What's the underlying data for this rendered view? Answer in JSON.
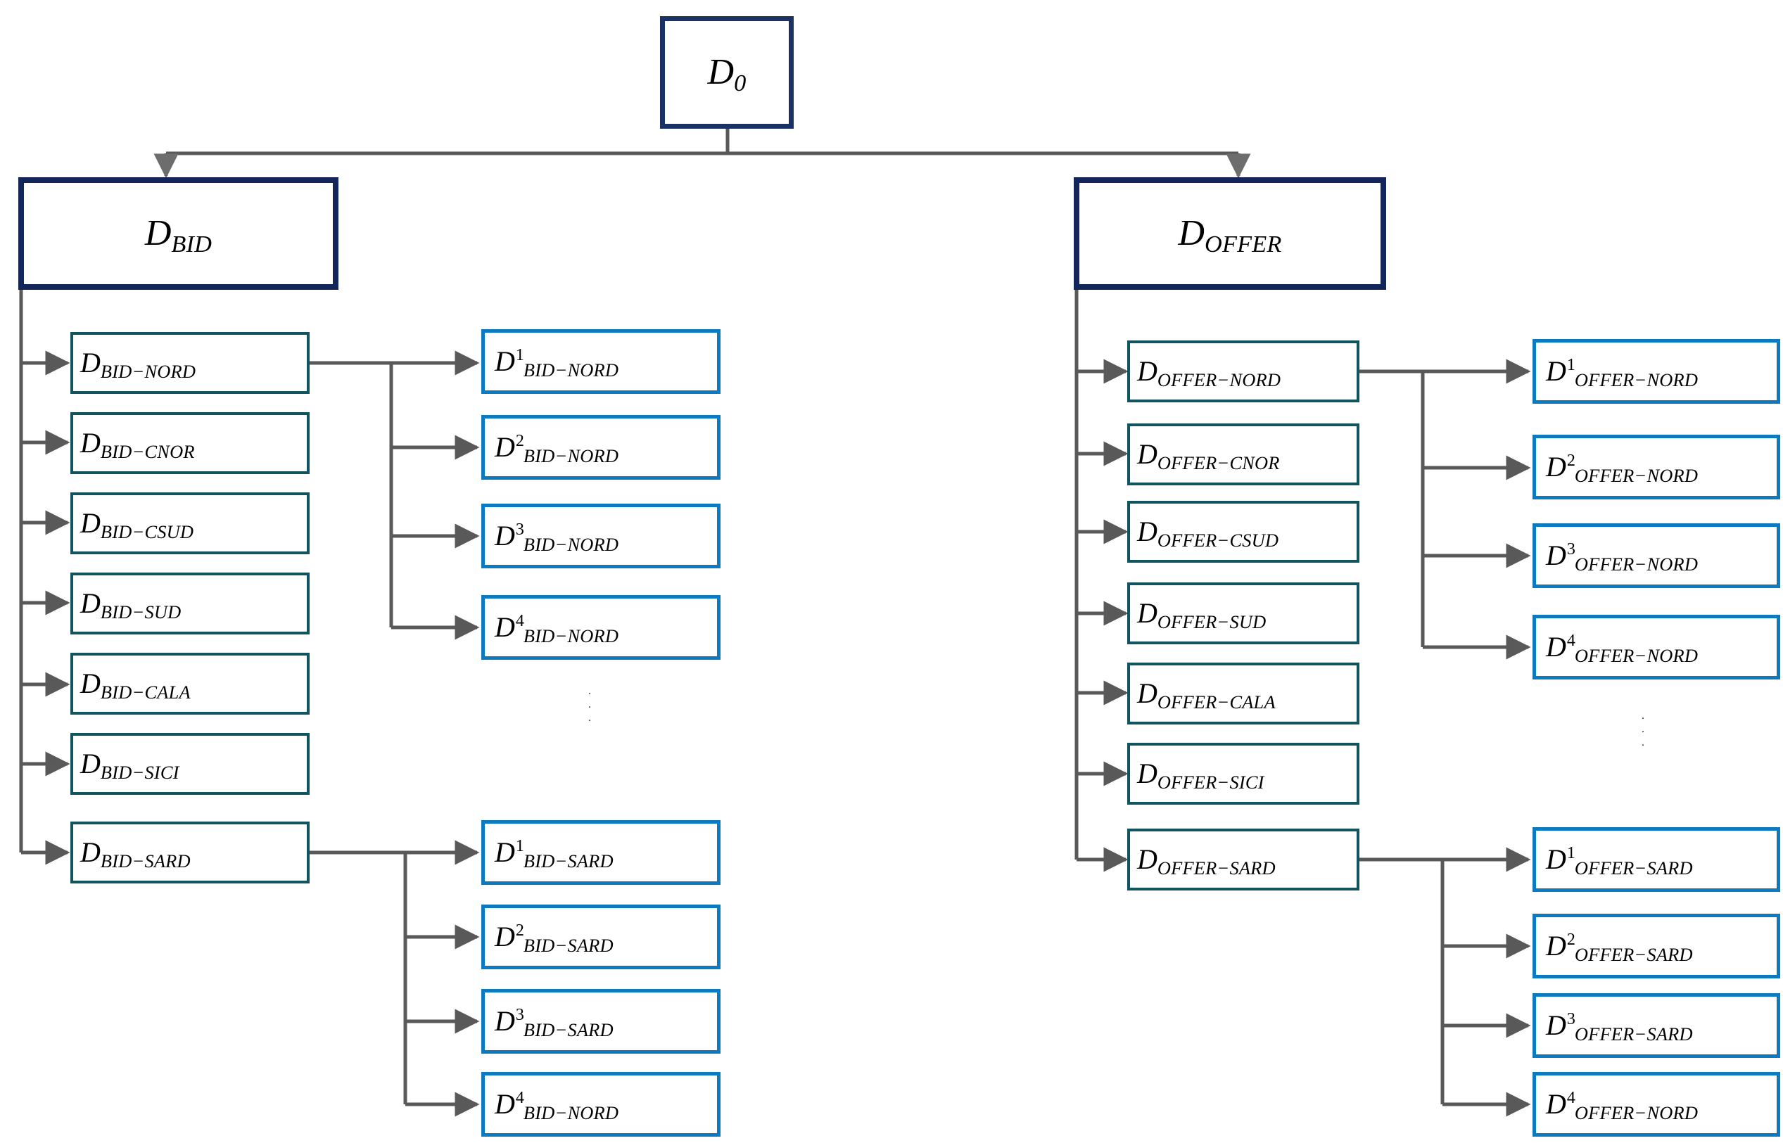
{
  "diagram": {
    "title": "Hierarchical dataset decomposition",
    "colors": {
      "root_border": "#1a3263",
      "major_border": "#13265c",
      "region_border": "#11545f",
      "leaf_border": "#0c7ac0",
      "edge": "#595959",
      "background": "#ffffff"
    },
    "ellipsis_glyph": "·"
  },
  "root": {
    "base": "D",
    "sub": "0",
    "sup": "",
    "label": "D0"
  },
  "branches": [
    {
      "key": "bid",
      "node": {
        "base": "D",
        "sub": "BID",
        "sup": "",
        "label": "D_BID"
      },
      "regions": [
        {
          "base": "D",
          "sub": "BID−NORD",
          "sup": "",
          "label": "D_BID-NORD"
        },
        {
          "base": "D",
          "sub": "BID−CNOR",
          "sup": "",
          "label": "D_BID-CNOR"
        },
        {
          "base": "D",
          "sub": "BID−CSUD",
          "sup": "",
          "label": "D_BID-CSUD"
        },
        {
          "base": "D",
          "sub": "BID−SUD",
          "sup": "",
          "label": "D_BID-SUD"
        },
        {
          "base": "D",
          "sub": "BID−CALA",
          "sup": "",
          "label": "D_BID-CALA"
        },
        {
          "base": "D",
          "sub": "BID−SICI",
          "sup": "",
          "label": "D_BID-SICI"
        },
        {
          "base": "D",
          "sub": "BID−SARD",
          "sup": "",
          "label": "D_BID-SARD"
        }
      ],
      "leaf_groups": [
        {
          "parent_region_index": 0,
          "leaves": [
            {
              "base": "D",
              "sub": "BID−NORD",
              "sup": "1",
              "label": "D^1_BID-NORD"
            },
            {
              "base": "D",
              "sub": "BID−NORD",
              "sup": "2",
              "label": "D^2_BID-NORD"
            },
            {
              "base": "D",
              "sub": "BID−NORD",
              "sup": "3",
              "label": "D^3_BID-NORD"
            },
            {
              "base": "D",
              "sub": "BID−NORD",
              "sup": "4",
              "label": "D^4_BID-NORD"
            }
          ]
        },
        {
          "parent_region_index": 6,
          "leaves": [
            {
              "base": "D",
              "sub": "BID−SARD",
              "sup": "1",
              "label": "D^1_BID-SARD"
            },
            {
              "base": "D",
              "sub": "BID−SARD",
              "sup": "2",
              "label": "D^2_BID-SARD"
            },
            {
              "base": "D",
              "sub": "BID−SARD",
              "sup": "3",
              "label": "D^3_BID-SARD"
            },
            {
              "base": "D",
              "sub": "BID−NORD",
              "sup": "4",
              "label": "D^4_BID-NORD"
            }
          ]
        }
      ]
    },
    {
      "key": "offer",
      "node": {
        "base": "D",
        "sub": "OFFER",
        "sup": "",
        "label": "D_OFFER"
      },
      "regions": [
        {
          "base": "D",
          "sub": "OFFER−NORD",
          "sup": "",
          "label": "D_OFFER-NORD"
        },
        {
          "base": "D",
          "sub": "OFFER−CNOR",
          "sup": "",
          "label": "D_OFFER-CNOR"
        },
        {
          "base": "D",
          "sub": "OFFER−CSUD",
          "sup": "",
          "label": "D_OFFER-CSUD"
        },
        {
          "base": "D",
          "sub": "OFFER−SUD",
          "sup": "",
          "label": "D_OFFER-SUD"
        },
        {
          "base": "D",
          "sub": "OFFER−CALA",
          "sup": "",
          "label": "D_OFFER-CALA"
        },
        {
          "base": "D",
          "sub": "OFFER−SICI",
          "sup": "",
          "label": "D_OFFER-SICI"
        },
        {
          "base": "D",
          "sub": "OFFER−SARD",
          "sup": "",
          "label": "D_OFFER-SARD"
        }
      ],
      "leaf_groups": [
        {
          "parent_region_index": 0,
          "leaves": [
            {
              "base": "D",
              "sub": "OFFER−NORD",
              "sup": "1",
              "label": "D^1_OFFER-NORD"
            },
            {
              "base": "D",
              "sub": "OFFER−NORD",
              "sup": "2",
              "label": "D^2_OFFER-NORD"
            },
            {
              "base": "D",
              "sub": "OFFER−NORD",
              "sup": "3",
              "label": "D^3_OFFER-NORD"
            },
            {
              "base": "D",
              "sub": "OFFER−NORD",
              "sup": "4",
              "label": "D^4_OFFER-NORD"
            }
          ]
        },
        {
          "parent_region_index": 6,
          "leaves": [
            {
              "base": "D",
              "sub": "OFFER−SARD",
              "sup": "1",
              "label": "D^1_OFFER-SARD"
            },
            {
              "base": "D",
              "sub": "OFFER−SARD",
              "sup": "2",
              "label": "D^2_OFFER-SARD"
            },
            {
              "base": "D",
              "sub": "OFFER−SARD",
              "sup": "3",
              "label": "D^3_OFFER-SARD"
            },
            {
              "base": "D",
              "sub": "OFFER−NORD",
              "sup": "4",
              "label": "D^4_OFFER-NORD"
            }
          ]
        }
      ]
    }
  ]
}
